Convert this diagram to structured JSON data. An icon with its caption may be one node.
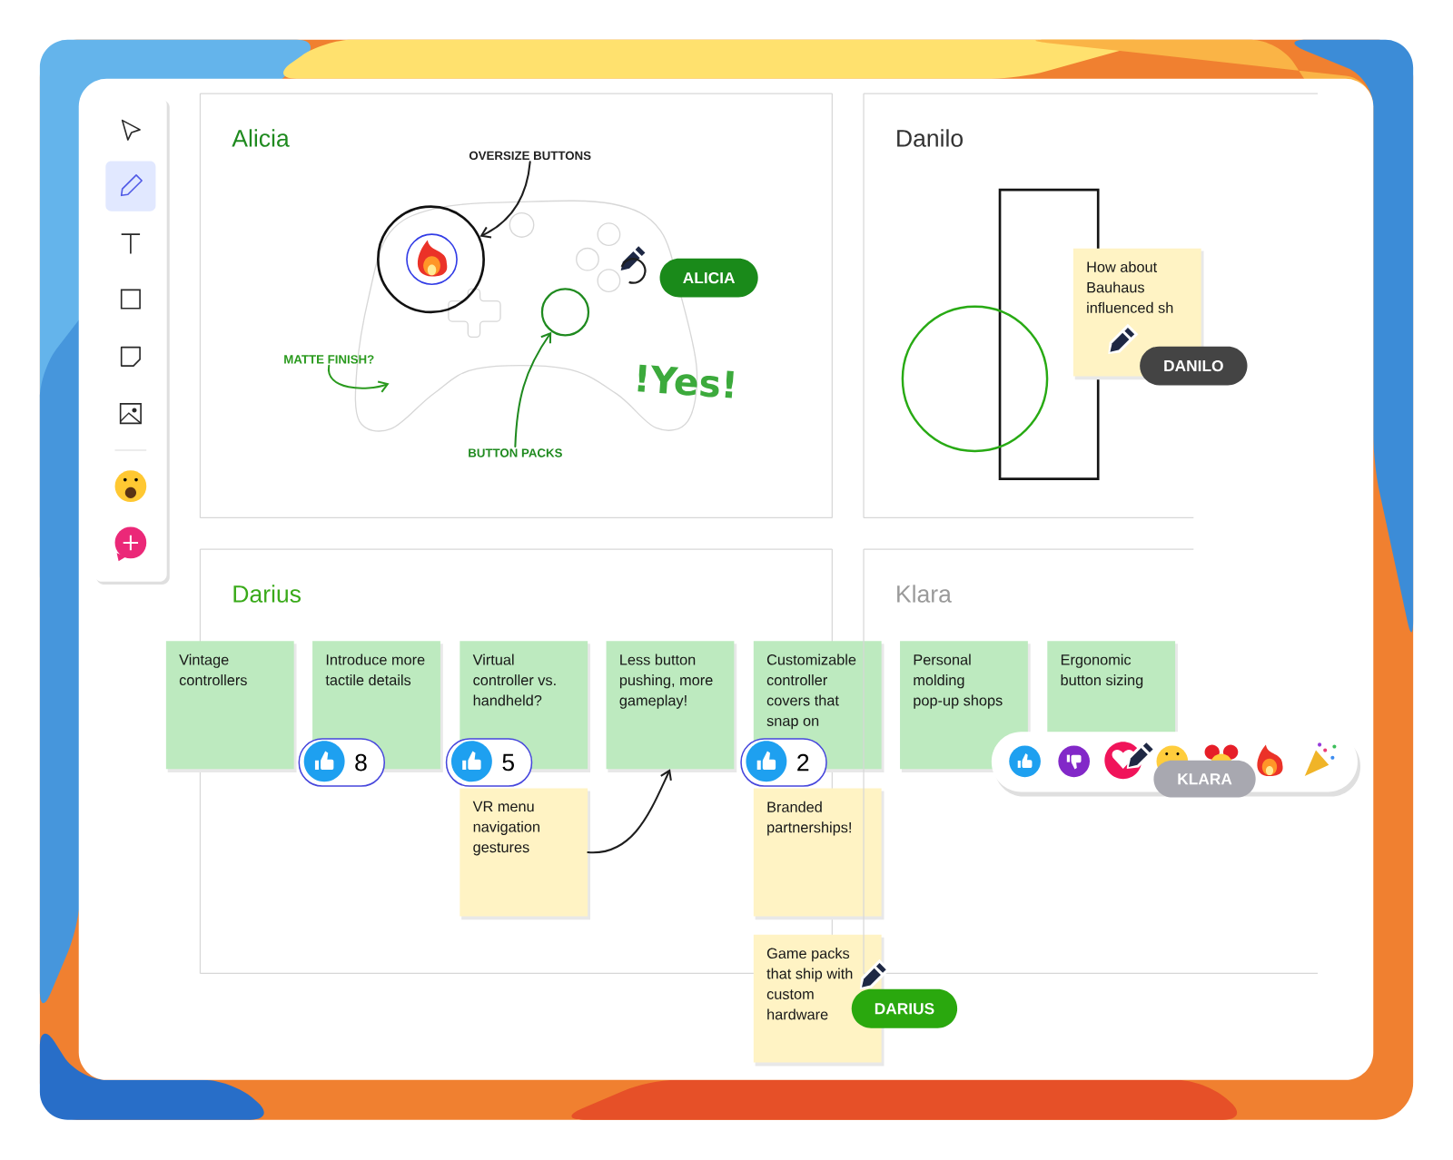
{
  "diagram": {
    "nodes": [
      {
        "text": [
          "Alicia"
        ]
      },
      {
        "text": [
          "OVERSIZE BUTTONS"
        ],
        "in": 0
      },
      {
        "text": [],
        "shape": "circle",
        "in": 0
      },
      {
        "text": [
          "MATTE FINISH?"
        ],
        "in": 0
      },
      {
        "text": [],
        "shape": "circle",
        "in": 0
      },
      {
        "text": [
          "BUTTON PACKS"
        ],
        "in": 0
      },
      {
        "text": [
          "ALICIA"
        ],
        "in": 0
      },
      {
        "text": [
          "Danilo"
        ]
      },
      {
        "text": [
          "How about Bauhaus influenced sh"
        ],
        "in": 7
      },
      {
        "text": [
          "DANILO"
        ],
        "in": 7
      },
      {
        "text": [
          "Darius"
        ]
      },
      {
        "text": [
          "Vintage controllers"
        ]
      },
      {
        "text": [
          "Introduce more tactile details"
        ],
        "in": 10
      },
      {
        "text": [
          "Virtual controller vs. handheld?"
        ],
        "in": 10
      },
      {
        "text": [
          "Less button pushing, more gameplay!"
        ],
        "in": 10
      },
      {
        "text": [
          "Customizable controller covers that snap on"
        ]
      },
      {
        "text": [
          "Personal molding pop-up shops"
        ],
        "in": 25
      },
      {
        "text": [
          "Ergonomic button sizing"
        ],
        "in": 25
      },
      {
        "text": [
          "8"
        ],
        "in": 10
      },
      {
        "text": [
          "5"
        ],
        "in": 10
      },
      {
        "text": [
          "2"
        ],
        "in": 10
      },
      {
        "text": [
          "VR menu navigation gestures"
        ],
        "in": 10
      },
      {
        "text": [
          "Branded partnerships!"
        ]
      },
      {
        "text": [
          "Game packs that ship with custom hardware"
        ]
      },
      {
        "text": [
          "DARIUS"
        ]
      },
      {
        "text": [
          "Klara"
        ]
      },
      {
        "text": [
          "KLARA"
        ],
        "in": 25
      }
    ],
    "edges": [
      {
        "from": 1,
        "to": 2,
        "arrow": "to"
      },
      {
        "from": 3,
        "to": null,
        "arrow": "to",
        "color": "#2a9a1e"
      },
      {
        "from": 5,
        "to": 4,
        "arrow": "to",
        "color": "#1f8a1f"
      },
      {
        "from": 21,
        "to": 14,
        "arrow": "to"
      }
    ],
    "labels": [
      "!Yes!"
    ]
  }
}
